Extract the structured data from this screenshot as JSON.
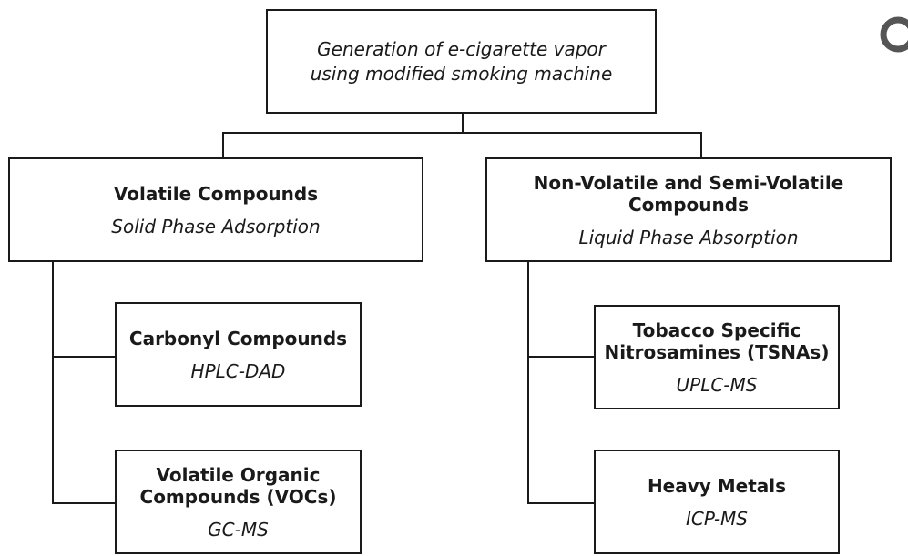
{
  "root": {
    "line1": "Generation of e-cigarette vapor",
    "line2": "using modified smoking machine"
  },
  "branches": [
    {
      "title": "Volatile Compounds",
      "method": "Solid Phase Adsorption",
      "children": [
        {
          "title_lines": [
            "Carbonyl Compounds"
          ],
          "method": "HPLC-DAD"
        },
        {
          "title_lines": [
            "Volatile Organic",
            "Compounds (VOCs)"
          ],
          "method": "GC-MS"
        }
      ]
    },
    {
      "title_lines": [
        "Non-Volatile and Semi-Volatile",
        "Compounds"
      ],
      "method": "Liquid Phase Absorption",
      "children": [
        {
          "title_lines": [
            "Tobacco Specific",
            "Nitrosamines (TSNAs)"
          ],
          "method": "UPLC-MS"
        },
        {
          "title_lines": [
            "Heavy Metals"
          ],
          "method": "ICP-MS"
        }
      ]
    }
  ],
  "colors": {
    "stroke": "#1a1a1a",
    "background": "#ffffff",
    "corner_logo": "#555555"
  },
  "corner_icon": "partial-logo-icon"
}
